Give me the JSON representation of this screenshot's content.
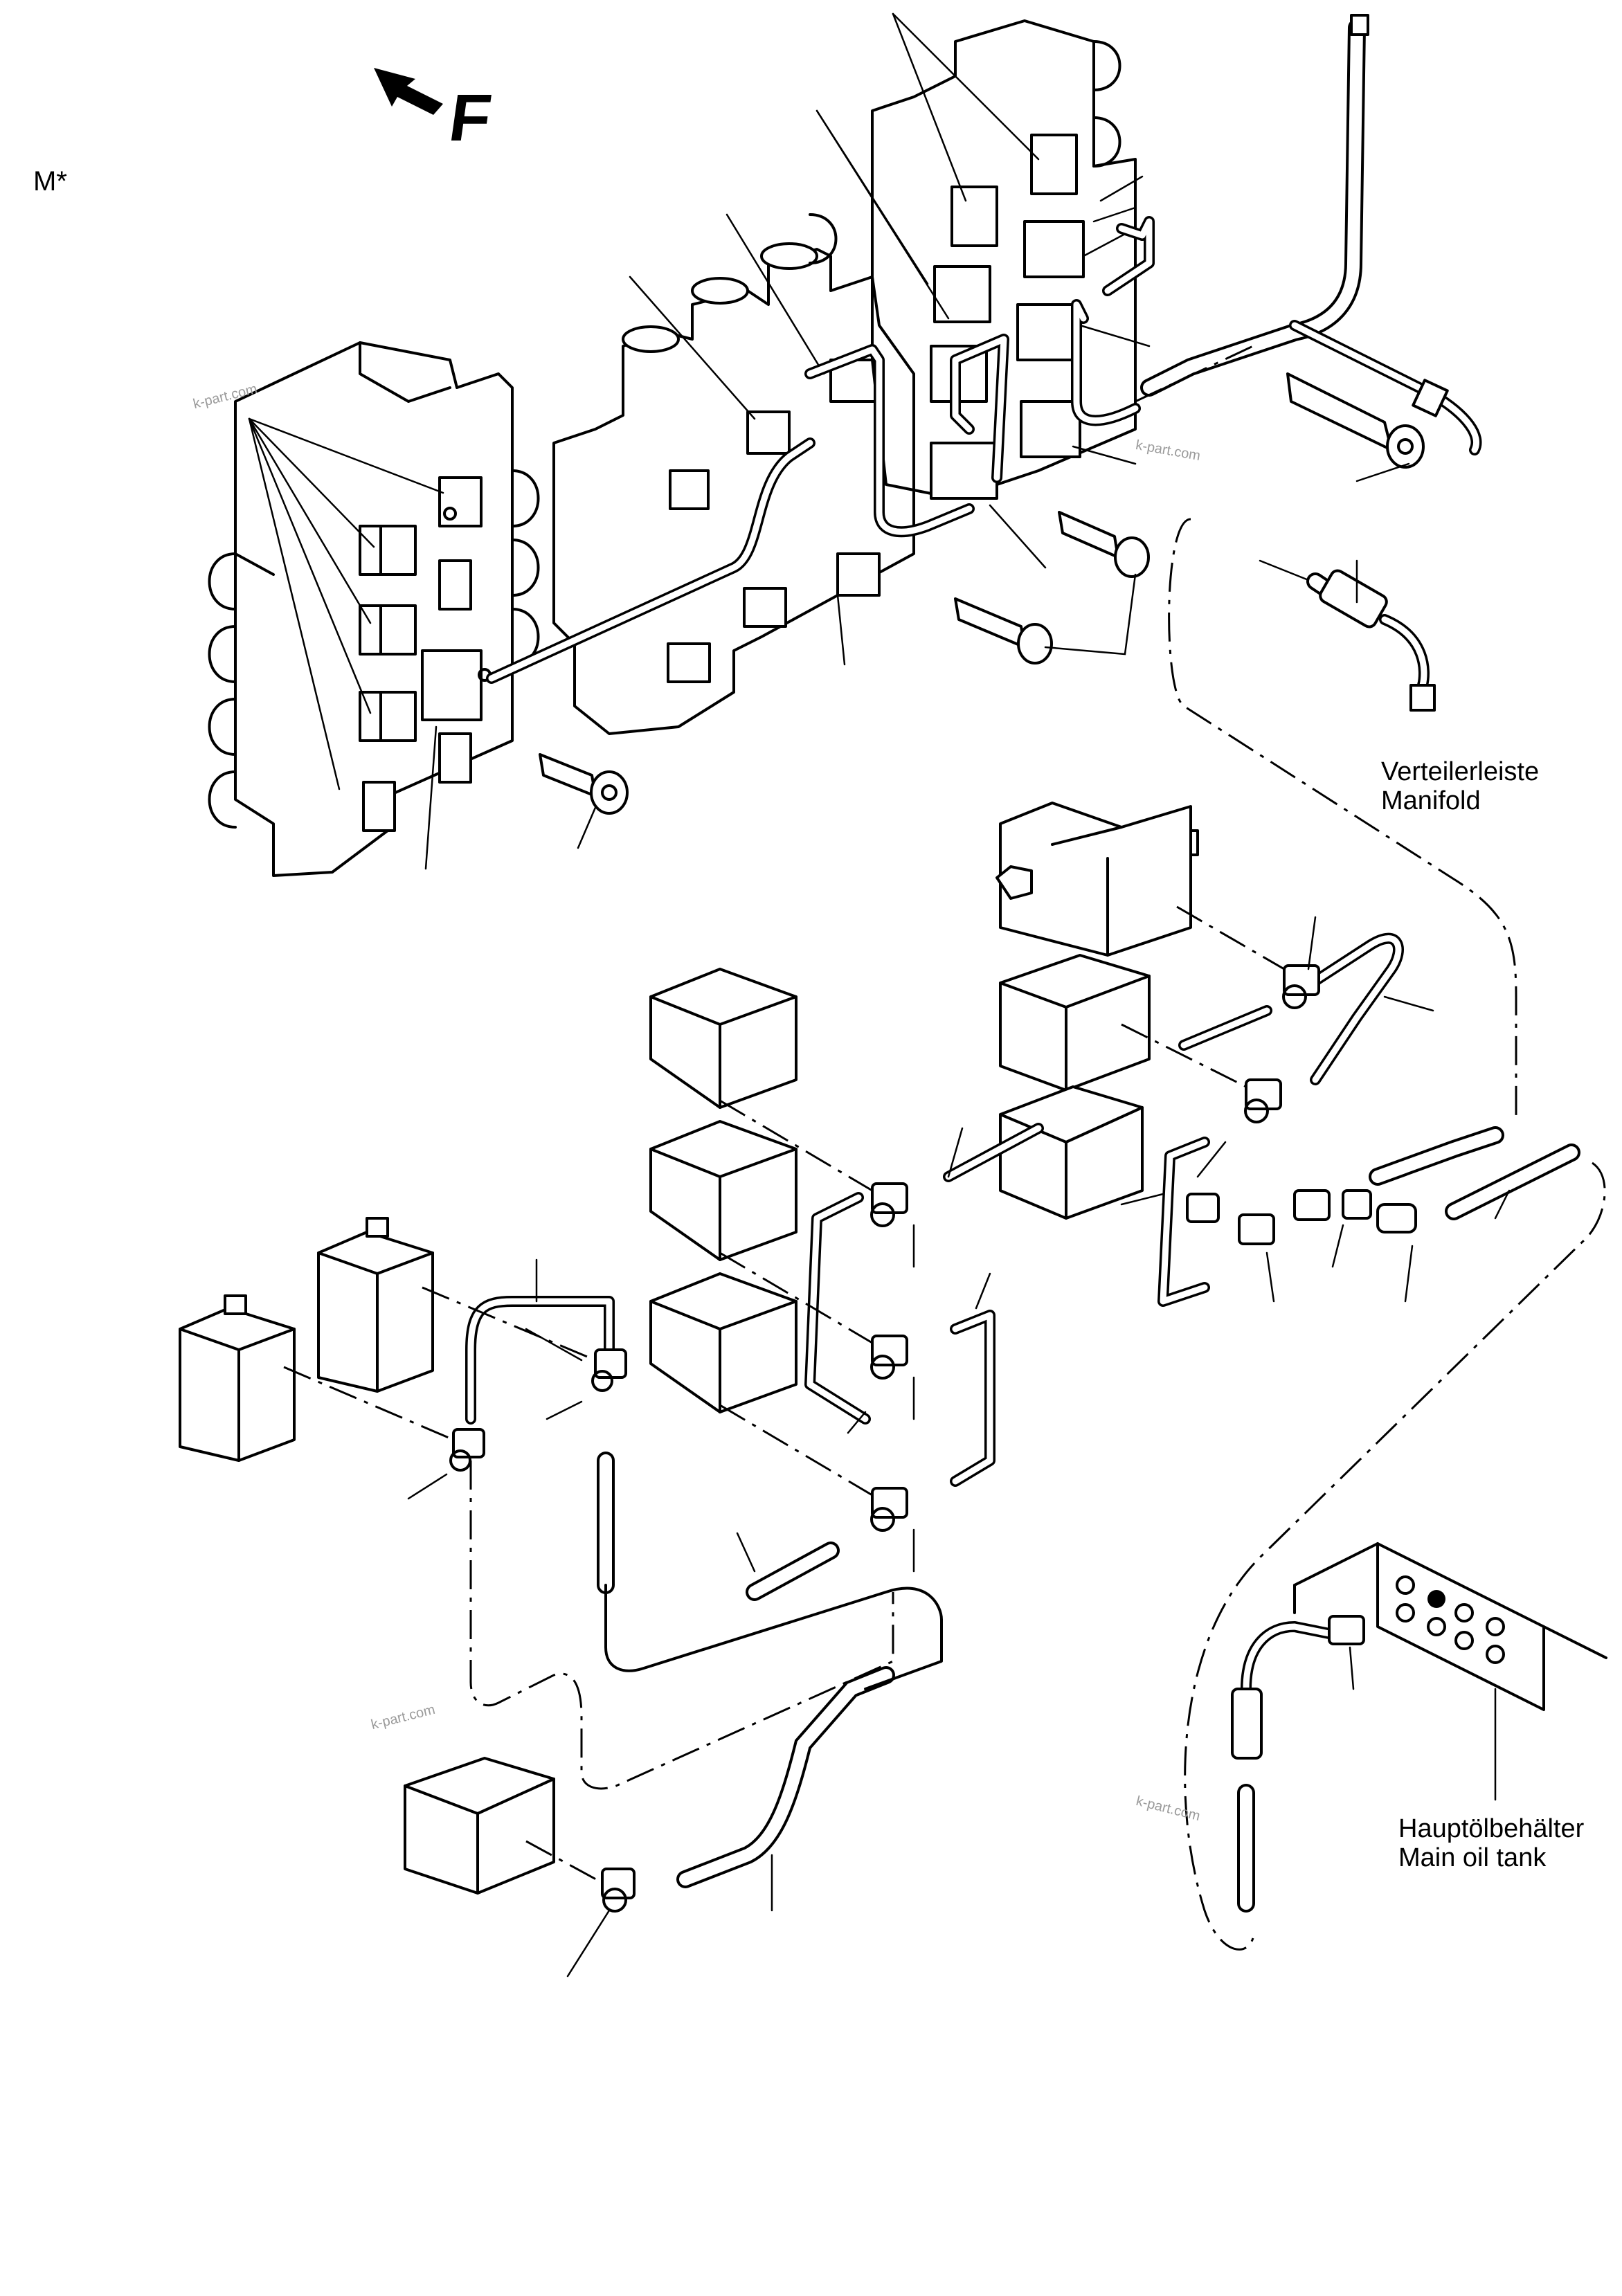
{
  "labels": {
    "code": "M*",
    "direction": "F",
    "manifold_de": "Verteilerleiste",
    "manifold_en": "Manifold",
    "tank_de": "Hauptölbehälter",
    "tank_en": "Main oil tank"
  },
  "watermark": "k-part.com",
  "icons": [
    "front-direction-arrow-icon"
  ]
}
